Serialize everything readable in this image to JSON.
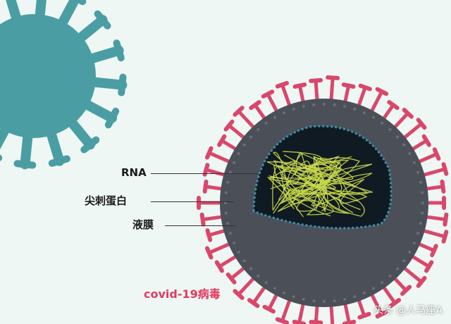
{
  "labels": {
    "rna": "RNA",
    "spike_protein": "尖刺蛋白",
    "membrane": "液膜"
  },
  "caption": "covid-19病毒",
  "watermark": "头条 @人马座A",
  "colors": {
    "background": "#eef7f4",
    "decor_virus": "#4a9ea3",
    "spike": "#d9476b",
    "envelope": "#4b4f57",
    "interior": "#101a22",
    "rna_strand": "#c9d84a",
    "caption": "#e23a5f"
  }
}
